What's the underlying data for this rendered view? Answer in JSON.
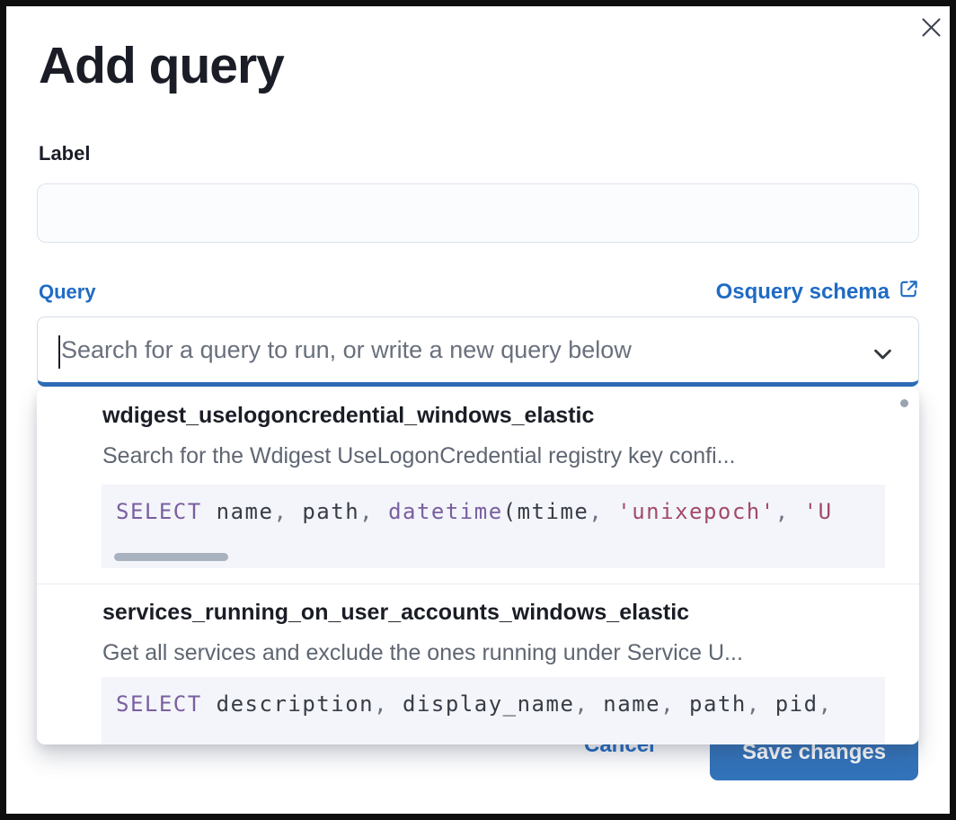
{
  "modal": {
    "title": "Add query"
  },
  "form": {
    "label_field": {
      "label": "Label",
      "value": ""
    },
    "query_field": {
      "label": "Query",
      "schema_link_label": "Osquery schema",
      "placeholder": "Search for a query to run, or write a new query below",
      "value": ""
    }
  },
  "dropdown": {
    "options": [
      {
        "title": "wdigest_uselogoncredential_windows_elastic",
        "description": "Search for the Wdigest UseLogonCredential registry key confi...",
        "code": [
          {
            "text": "SELECT",
            "type": "keyword"
          },
          {
            "text": " name",
            "type": "plain"
          },
          {
            "text": ", ",
            "type": "punct"
          },
          {
            "text": "path",
            "type": "plain"
          },
          {
            "text": ", ",
            "type": "punct"
          },
          {
            "text": "datetime",
            "type": "keyword"
          },
          {
            "text": "(",
            "type": "plain"
          },
          {
            "text": "mtime",
            "type": "plain"
          },
          {
            "text": ", ",
            "type": "punct"
          },
          {
            "text": "'unixepoch'",
            "type": "string"
          },
          {
            "text": ", ",
            "type": "punct"
          },
          {
            "text": "'U",
            "type": "string"
          }
        ]
      },
      {
        "title": "services_running_on_user_accounts_windows_elastic",
        "description": "Get all services and exclude the ones running under Service U...",
        "code": [
          {
            "text": "SELECT",
            "type": "keyword"
          },
          {
            "text": " description",
            "type": "plain"
          },
          {
            "text": ", ",
            "type": "punct"
          },
          {
            "text": "display_name",
            "type": "plain"
          },
          {
            "text": ", ",
            "type": "punct"
          },
          {
            "text": "name",
            "type": "plain"
          },
          {
            "text": ", ",
            "type": "punct"
          },
          {
            "text": "path",
            "type": "plain"
          },
          {
            "text": ", ",
            "type": "punct"
          },
          {
            "text": "pid",
            "type": "plain"
          },
          {
            "text": ",",
            "type": "punct"
          }
        ]
      }
    ]
  },
  "footer": {
    "cancel_label": "Cancel",
    "save_label": "Save changes"
  },
  "colors": {
    "link_blue": "#1f6bc4",
    "button_blue": "#3273ba",
    "focus_underline": "#2e6db8",
    "keyword_purple": "#7a5fa0",
    "string_rose": "#a34a68",
    "code_bg": "#f3f5fa"
  }
}
